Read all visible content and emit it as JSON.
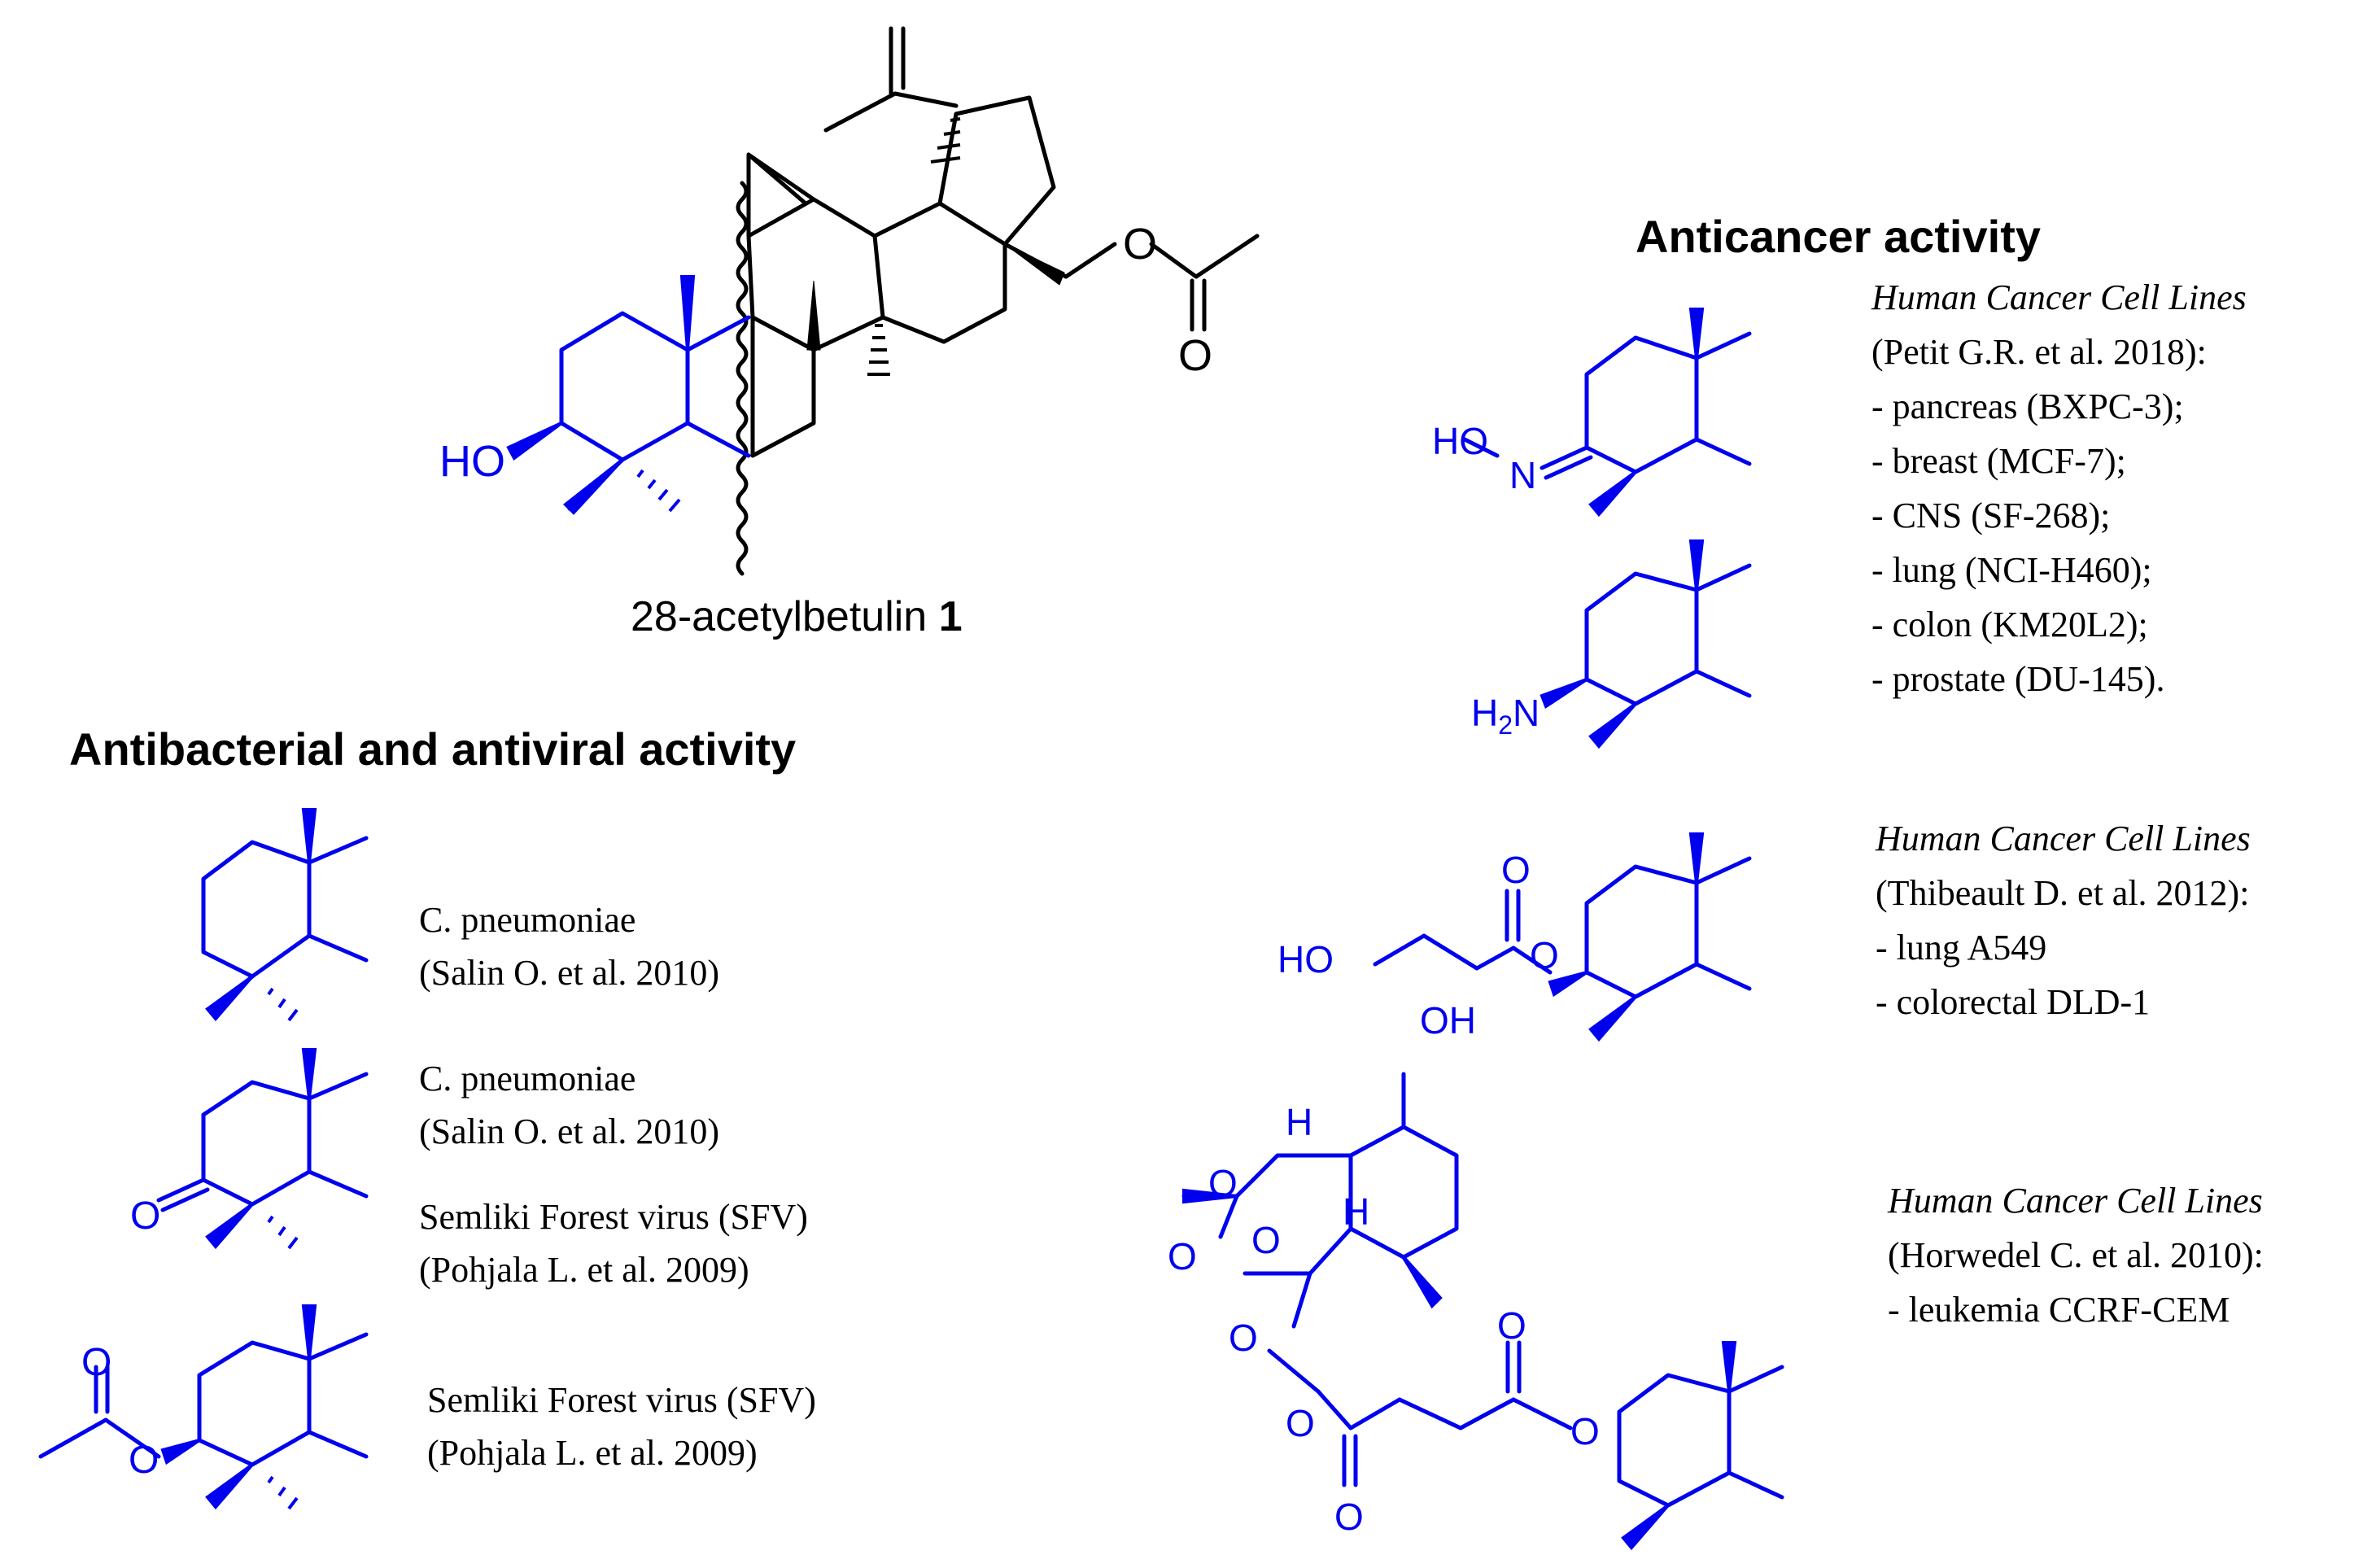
{
  "colors": {
    "structure": "#0000ee",
    "text": "#000000",
    "background": "#ffffff"
  },
  "main_compound": {
    "name": "28-acetylbetulin",
    "number": "1"
  },
  "sections": {
    "antibacterial_title": "Antibacterial and antiviral activity",
    "anticancer_title": "Anticancer activity"
  },
  "antibacterial_refs": [
    {
      "lines": [
        "C. pneumoniae",
        "(Salin O. et al. 2010)"
      ]
    },
    {
      "lines": [
        "C. pneumoniae",
        "(Salin O. et al. 2010)",
        "Semliki Forest virus (SFV)",
        "(Pohjala L. et al. 2009)"
      ]
    },
    {
      "lines": [
        "Semliki Forest virus (SFV)",
        "(Pohjala L. et al. 2009)"
      ]
    }
  ],
  "anticancer_refs": [
    {
      "heading": "Human Cancer Cell Lines",
      "lines": [
        "(Petit G.R. et al. 2018):",
        "- pancreas (BXPC-3);",
        "- breast (MCF-7);",
        "- CNS (SF-268);",
        "- lung (NCI-H460);",
        "- colon (KM20L2);",
        "- prostate (DU-145)."
      ]
    },
    {
      "heading": "Human Cancer Cell Lines",
      "lines": [
        "(Thibeault D. et al. 2012):",
        "- lung A549",
        "- colorectal DLD-1"
      ]
    },
    {
      "heading": "Human Cancer Cell Lines",
      "lines": [
        "(Horwedel C. et al. 2010):",
        "- leukemia CCRF-CEM"
      ]
    }
  ],
  "atom_labels": {
    "ho": "HO",
    "o": "O",
    "n": "N",
    "h": "H",
    "h2n": "H2N",
    "oh": "OH"
  }
}
